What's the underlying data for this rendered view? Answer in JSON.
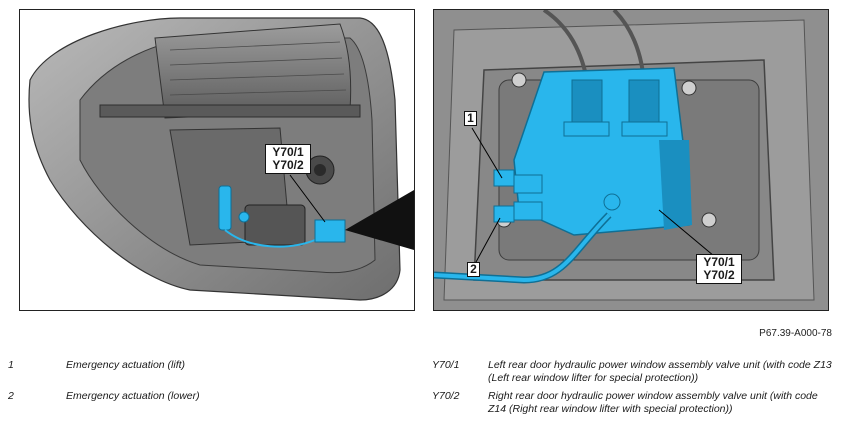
{
  "left_callout": {
    "line1": "Y70/1",
    "line2": "Y70/2"
  },
  "right_callouts": {
    "item1": "1",
    "item2": "2",
    "y70_line1": "Y70/1",
    "y70_line2": "Y70/2"
  },
  "figure_id": "P67.39-A000-78",
  "legend": [
    {
      "key": "1",
      "text": "Emergency actuation (lift)"
    },
    {
      "key": "2",
      "text": "Emergency actuation (lower)"
    },
    {
      "key": "Y70/1",
      "text": "Left rear door hydraulic power window assembly valve unit (with code Z13 (Left rear window lifter for special protection))"
    },
    {
      "key": "Y70/2",
      "text": "Right rear door hydraulic power window assembly valve unit (with code Z14 (Right rear window lifter with special protection))"
    }
  ],
  "colors": {
    "component": "#29b6ec",
    "component_dark": "#1a8fc0",
    "body_gray": "#8a8a8a"
  }
}
